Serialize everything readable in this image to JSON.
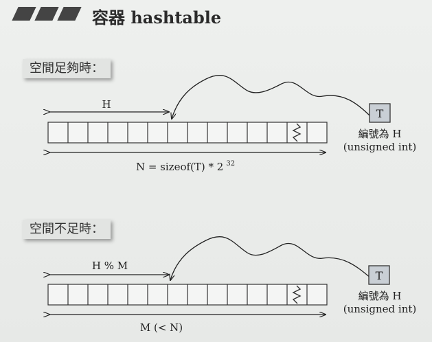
{
  "slide": {
    "title": "容器 hashtable"
  },
  "sections": [
    {
      "label": "空間足夠時：",
      "h_label": "H",
      "n_label_base": "N = sizeof(T) * 2",
      "n_label_exp": "32",
      "node_label": "T",
      "note_line1": "編號為 H",
      "note_line2": "(unsigned int)"
    },
    {
      "label": "空間不足時：",
      "h_label": "H % M",
      "n_label_base": "M (< N)",
      "n_label_exp": "",
      "node_label": "T",
      "note_line1": "編號為 H",
      "note_line2": "(unsigned int)"
    }
  ]
}
